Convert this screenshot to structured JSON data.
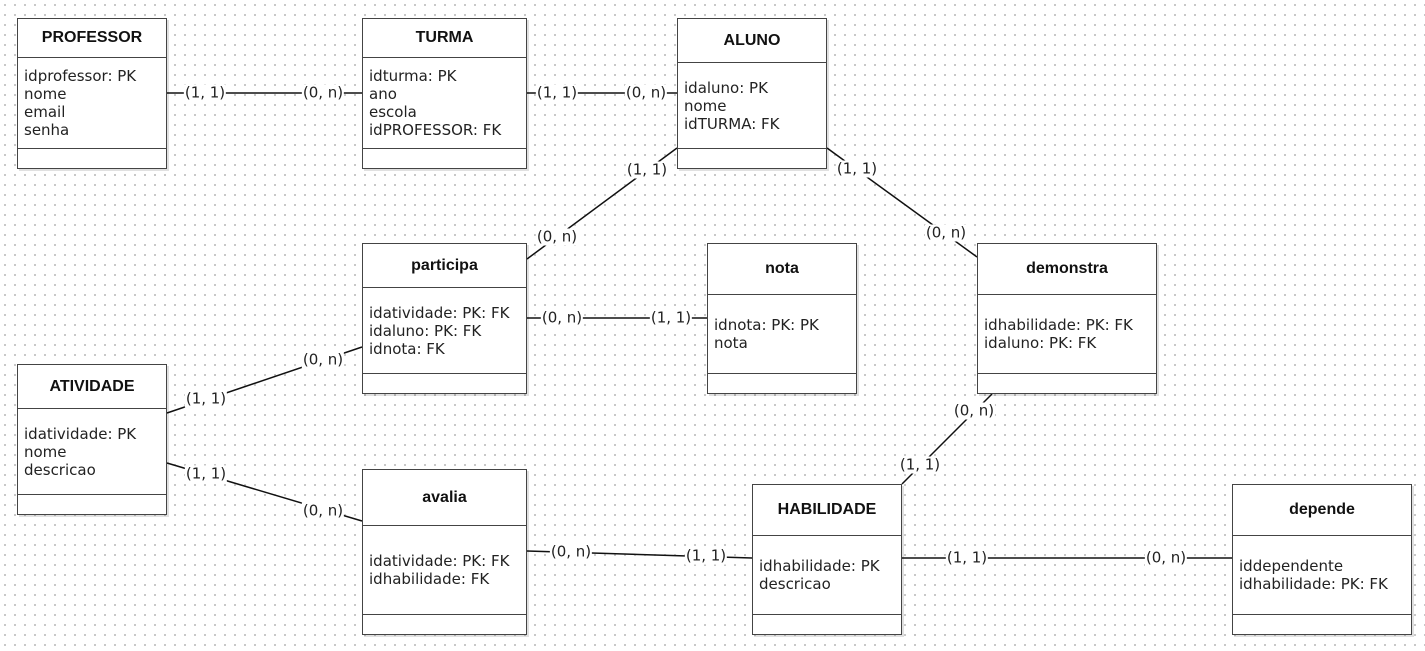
{
  "entities": [
    {
      "id": "professor",
      "title": "PROFESSOR",
      "attributes": [
        "idprofessor: PK",
        "nome",
        "email",
        "senha"
      ]
    },
    {
      "id": "turma",
      "title": "TURMA",
      "attributes": [
        "idturma: PK",
        "ano",
        "escola",
        "idPROFESSOR: FK"
      ]
    },
    {
      "id": "aluno",
      "title": "ALUNO",
      "attributes": [
        "idaluno: PK",
        "nome",
        "idTURMA: FK"
      ]
    },
    {
      "id": "participa",
      "title": "participa",
      "attributes": [
        "idatividade: PK: FK",
        "idaluno: PK: FK",
        "idnota: FK"
      ]
    },
    {
      "id": "nota",
      "title": "nota",
      "attributes": [
        "idnota: PK: PK",
        "nota"
      ]
    },
    {
      "id": "demonstra",
      "title": "demonstra",
      "attributes": [
        "idhabilidade: PK: FK",
        "idaluno: PK: FK"
      ]
    },
    {
      "id": "atividade",
      "title": "ATIVIDADE",
      "attributes": [
        "idatividade: PK",
        "nome",
        "descricao"
      ]
    },
    {
      "id": "avalia",
      "title": "avalia",
      "attributes": [
        "idatividade: PK: FK",
        "idhabilidade: FK"
      ]
    },
    {
      "id": "habilidade",
      "title": "HABILIDADE",
      "attributes": [
        "idhabilidade: PK",
        "descricao"
      ]
    },
    {
      "id": "depende",
      "title": "depende",
      "attributes": [
        "iddependente",
        "idhabilidade: PK: FK"
      ]
    }
  ],
  "relationships": [
    {
      "from": "professor",
      "to": "turma",
      "from_card": "(1, 1)",
      "to_card": "(0, n)"
    },
    {
      "from": "turma",
      "to": "aluno",
      "from_card": "(1, 1)",
      "to_card": "(0, n)"
    },
    {
      "from": "aluno",
      "to": "participa",
      "from_card": "(1, 1)",
      "to_card": "(0, n)"
    },
    {
      "from": "aluno",
      "to": "demonstra",
      "from_card": "(1, 1)",
      "to_card": "(0, n)"
    },
    {
      "from": "participa",
      "to": "nota",
      "from_card": "(0, n)",
      "to_card": "(1, 1)"
    },
    {
      "from": "atividade",
      "to": "participa",
      "from_card": "(1, 1)",
      "to_card": "(0, n)"
    },
    {
      "from": "atividade",
      "to": "avalia",
      "from_card": "(1, 1)",
      "to_card": "(0, n)"
    },
    {
      "from": "avalia",
      "to": "habilidade",
      "from_card": "(0, n)",
      "to_card": "(1, 1)"
    },
    {
      "from": "demonstra",
      "to": "habilidade",
      "from_card": "(0, n)",
      "to_card": "(1, 1)"
    },
    {
      "from": "habilidade",
      "to": "depende",
      "from_card": "(1, 1)",
      "to_card": "(0, n)"
    }
  ]
}
